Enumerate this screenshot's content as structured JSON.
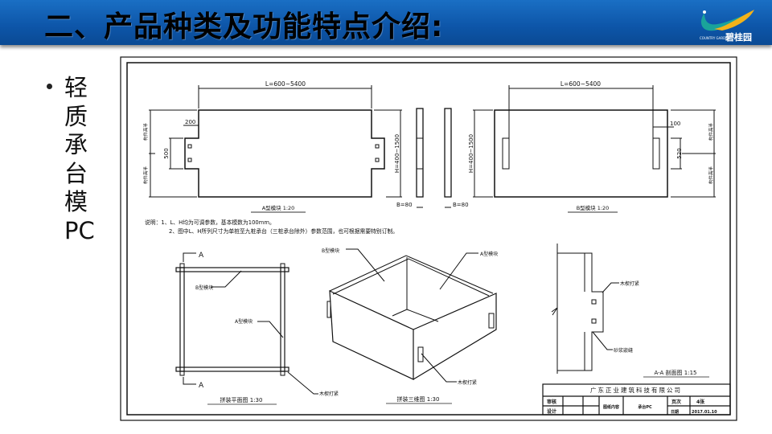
{
  "header": {
    "title": "二、产品种类及功能特点介绍:",
    "logo_text": "碧桂园",
    "logo_sub": "COUNTRY GARDEN"
  },
  "bullet": {
    "text": "轻质承台模PC"
  },
  "drawing": {
    "a_module": {
      "length_dim": "L=600~5400",
      "height_dim": "H=400~1500",
      "dim_200": "200",
      "dim_500": "500",
      "side_label_top": "构件高半",
      "side_label_bottom": "构件高半",
      "thickness": "B=80",
      "caption": "A型模块  1:20"
    },
    "b_module": {
      "length_dim": "L=600~5400",
      "height_dim": "H=400~1500",
      "dim_100": "100",
      "dim_520": "520",
      "side_label_top": "构件高半",
      "side_label_bottom": "构件高半",
      "thickness": "B=80",
      "caption": "B型模块  1:20"
    },
    "notes": {
      "line1": "说明：1、L、H均为可调参数，基本模数为100mm。",
      "line2": "2、图中L、H所列尺寸为单桩至九桩承台（三桩承台除外）参数范围，也可根据需要特别订制。"
    },
    "plan_view": {
      "section_mark": "A",
      "label_b": "B型模块",
      "label_a": "A型模块",
      "label_wedge": "木楔打紧",
      "caption": "拼装平面图  1:30"
    },
    "iso_view": {
      "label_b": "B型模块",
      "label_a": "A型模块",
      "label_wedge": "木楔打紧",
      "caption": "拼装三维图  1:30"
    },
    "section_view": {
      "label_wedge": "木楔打紧",
      "label_mortar": "砂浆嵌缝",
      "caption": "A-A 剖面图  1:15"
    },
    "title_block": {
      "company": "广东正业建筑科技有限公司",
      "review": "审核",
      "design": "设计",
      "content_label": "图纸内容",
      "content": "承台PC",
      "page_label": "页次",
      "page": "4张",
      "date_label": "日期",
      "date": "2017.01.10"
    }
  }
}
